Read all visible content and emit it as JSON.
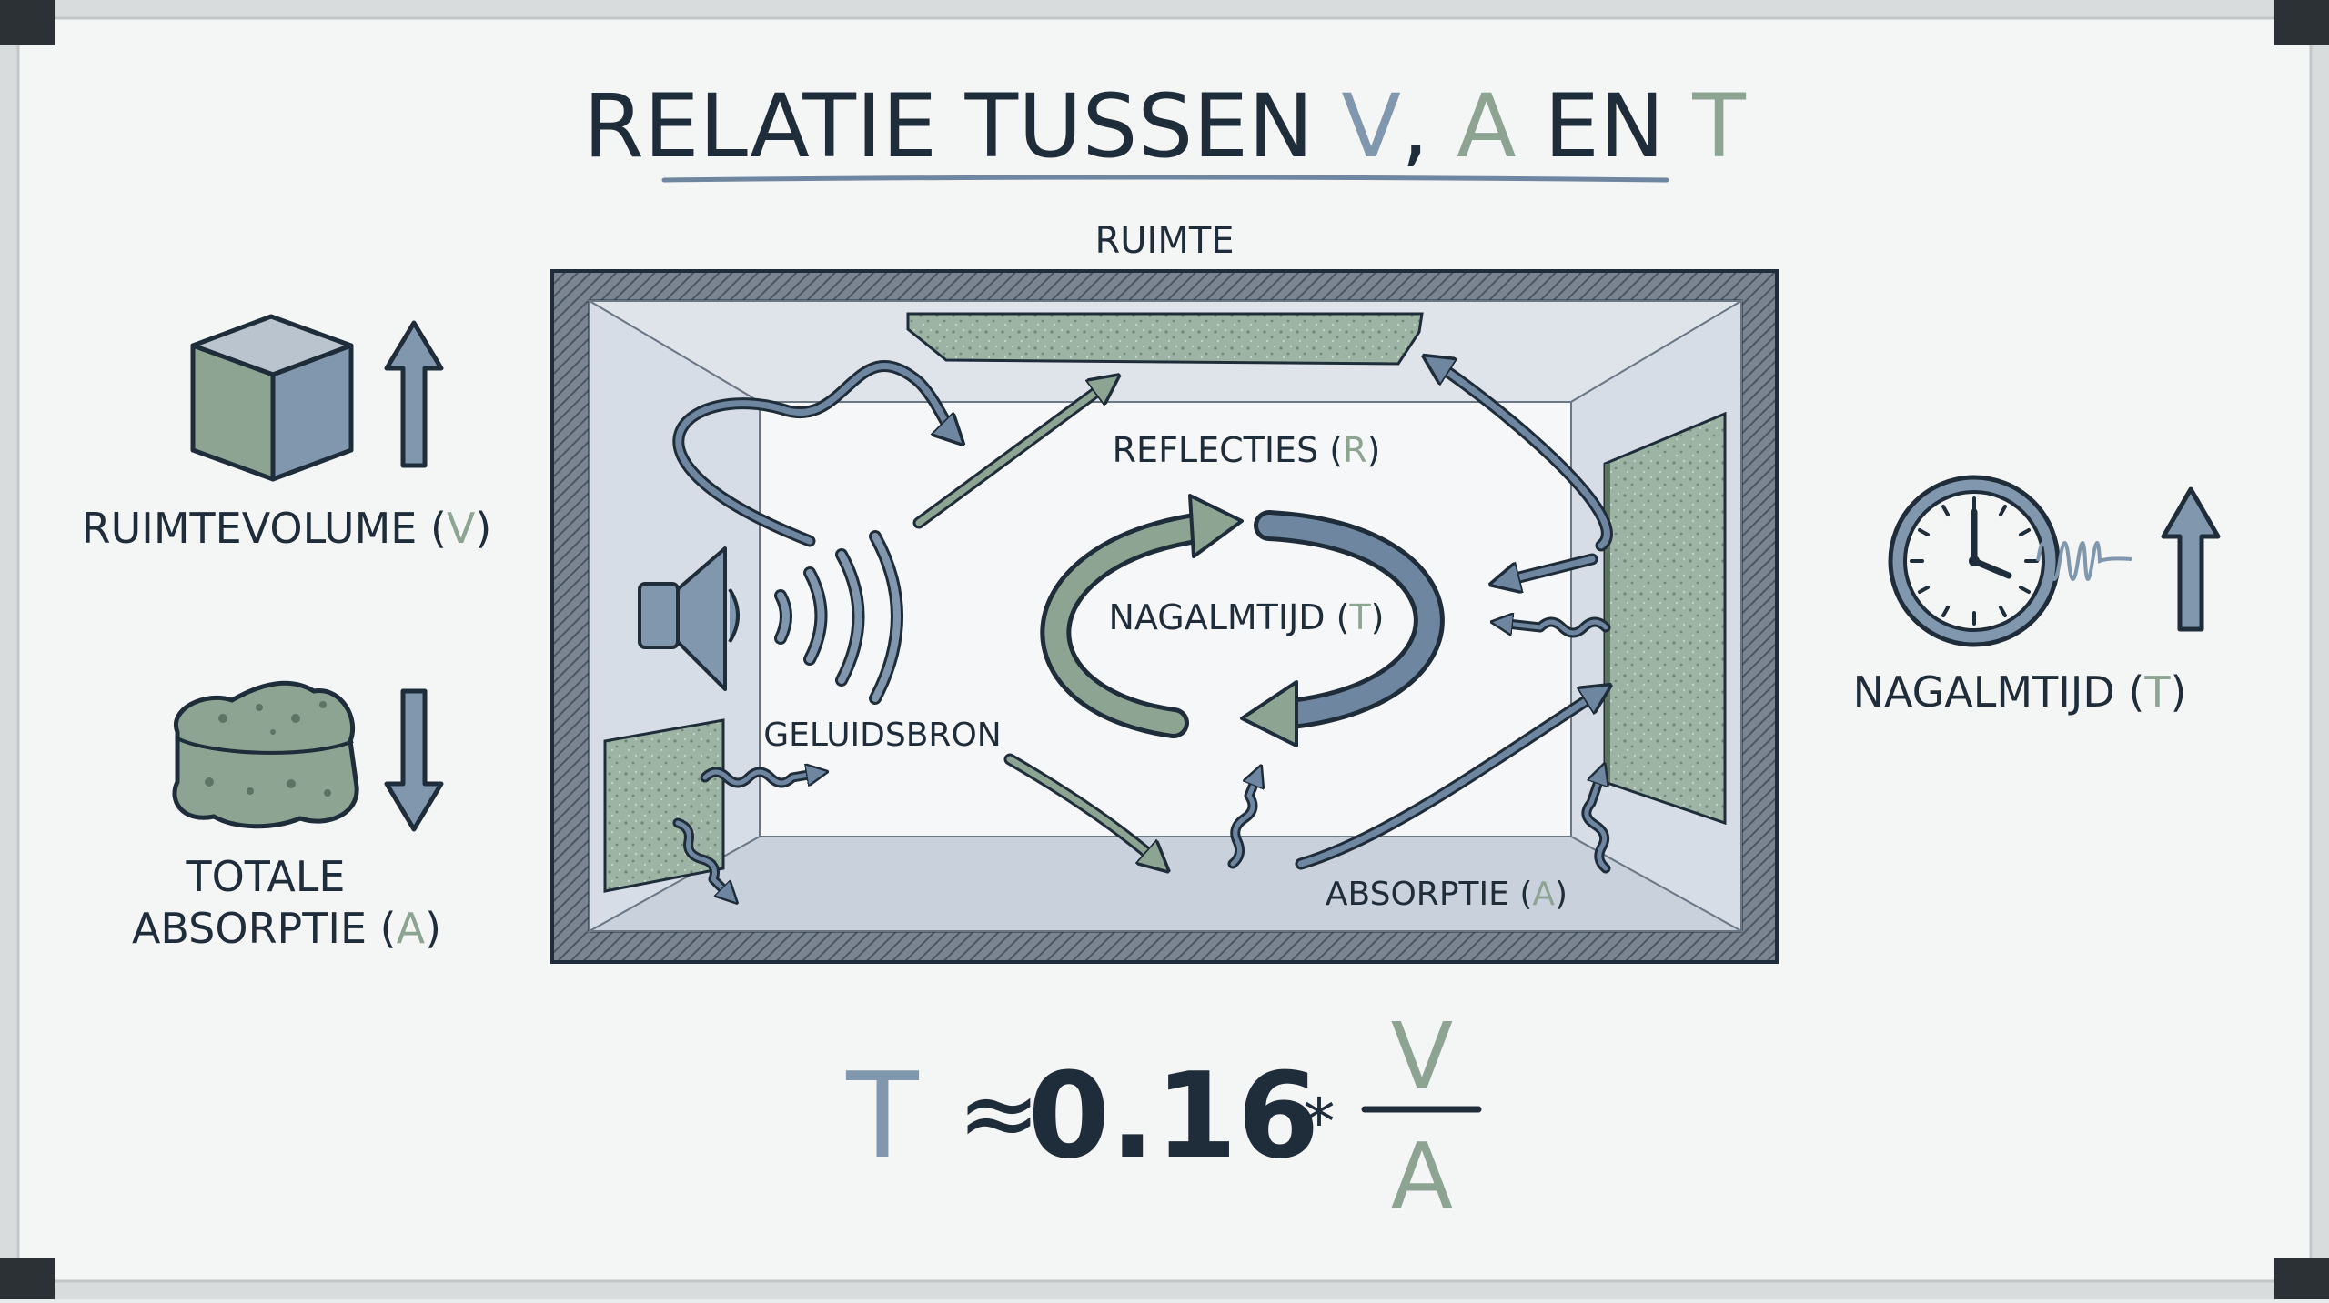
{
  "title": {
    "prefix": "RELATIE TUSSEN ",
    "v": "V",
    "sep": ", ",
    "a": "A",
    "en": " EN ",
    "t": "T"
  },
  "room_label": "RUIMTE",
  "labels": {
    "reflecties": "REFLECTIES",
    "reflecties_symbol": "R",
    "nagalmtijd_center": "NAGALMTIJD",
    "nagalmtijd_center_symbol": "T",
    "geluidsbron": "GELUIDSBRON",
    "absorptie": "ABSORPTIE",
    "absorptie_symbol": "A"
  },
  "left": {
    "volume_label": "RUIMTEVOLUME",
    "volume_symbol": "V",
    "absorption_line1": "TOTALE",
    "absorption_line2": "ABSORPTIE",
    "absorption_symbol": "A"
  },
  "right": {
    "label": "NAGALMTIJD",
    "symbol": "T"
  },
  "formula": {
    "lhs": "T",
    "approx": "≈",
    "coef": "0.16",
    "times": "*",
    "numerator": "V",
    "denominator": "A"
  },
  "colors": {
    "ink": "#1f2d3a",
    "blue": "#8197ad",
    "green": "#8da493",
    "panel_green": "#9cb3a2",
    "board": "#f3f4f4"
  },
  "icons": {
    "volume": "cube-icon",
    "absorption": "sponge-icon",
    "up": "arrow-up-icon",
    "down": "arrow-down-icon",
    "clock": "clock-icon",
    "speaker": "speaker-icon"
  }
}
